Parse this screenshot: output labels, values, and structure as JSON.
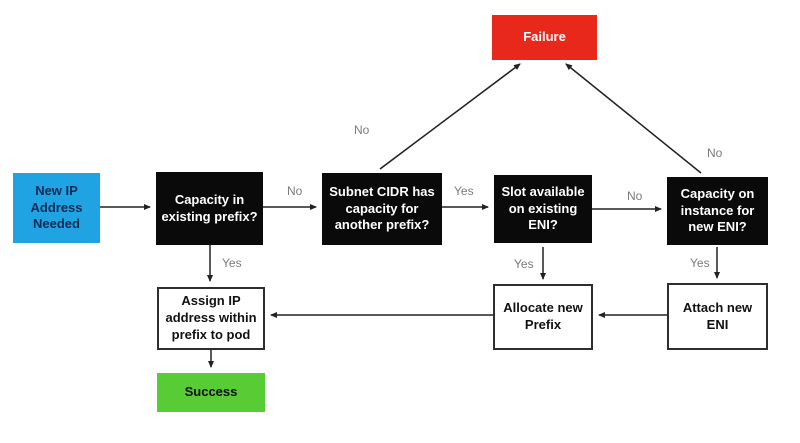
{
  "colors": {
    "start_bg": "#1FA3E2",
    "start_text": "#0C2B57",
    "decision_bg": "#0A0A0A",
    "decision_text": "#FFFFFF",
    "failure_bg": "#E8281B",
    "failure_text": "#FFFFFF",
    "success_bg": "#57CC34",
    "process_bg": "#FFFFFF",
    "process_border": "#2E2E2E",
    "process_text": "#111111",
    "edge_label_text": "#7B7B7B",
    "arrow": "#222222"
  },
  "nodes": {
    "start": {
      "label": "New IP\nAddress\nNeeded",
      "type": "start"
    },
    "capacity_existing_prefix": {
      "label": "Capacity in\nexisting prefix?",
      "type": "decision"
    },
    "subnet_cidr_capacity": {
      "label": "Subnet CIDR has\ncapacity for\nanother prefix?",
      "type": "decision"
    },
    "slot_available_eni": {
      "label": "Slot available\non existing\nENI?",
      "type": "decision"
    },
    "capacity_new_eni": {
      "label": "Capacity on\ninstance for\nnew ENI?",
      "type": "decision"
    },
    "failure": {
      "label": "Failure",
      "type": "terminal"
    },
    "assign_ip": {
      "label": "Assign IP\naddress within\nprefix to pod",
      "type": "process"
    },
    "allocate_prefix": {
      "label": "Allocate new\nPrefix",
      "type": "process"
    },
    "attach_eni": {
      "label": "Attach new\nENI",
      "type": "process"
    },
    "success": {
      "label": "Success",
      "type": "terminal"
    }
  },
  "edges": [
    {
      "from": "start",
      "to": "capacity_existing_prefix",
      "label": ""
    },
    {
      "from": "capacity_existing_prefix",
      "to": "subnet_cidr_capacity",
      "label": "No"
    },
    {
      "from": "subnet_cidr_capacity",
      "to": "slot_available_eni",
      "label": "Yes"
    },
    {
      "from": "slot_available_eni",
      "to": "capacity_new_eni",
      "label": "No"
    },
    {
      "from": "capacity_existing_prefix",
      "to": "assign_ip",
      "label": "Yes"
    },
    {
      "from": "slot_available_eni",
      "to": "allocate_prefix",
      "label": "Yes"
    },
    {
      "from": "capacity_new_eni",
      "to": "attach_eni",
      "label": "Yes"
    },
    {
      "from": "subnet_cidr_capacity",
      "to": "failure",
      "label": "No"
    },
    {
      "from": "capacity_new_eni",
      "to": "failure",
      "label": "No"
    },
    {
      "from": "attach_eni",
      "to": "allocate_prefix",
      "label": ""
    },
    {
      "from": "allocate_prefix",
      "to": "assign_ip",
      "label": ""
    },
    {
      "from": "assign_ip",
      "to": "success",
      "label": ""
    }
  ]
}
